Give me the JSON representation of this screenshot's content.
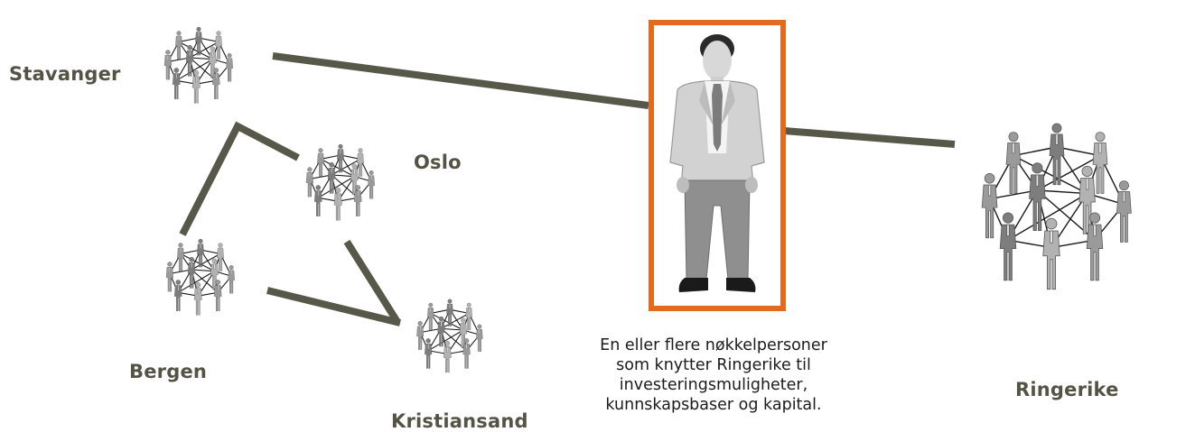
{
  "colors": {
    "connector": "#57574a",
    "label": "#545346",
    "frame": "#e36a1e",
    "network_line": "#1a1a1a",
    "figure": "#8a8a8a"
  },
  "clusters": [
    {
      "id": "stavanger",
      "label": "Stavanger"
    },
    {
      "id": "oslo",
      "label": "Oslo"
    },
    {
      "id": "bergen",
      "label": "Bergen"
    },
    {
      "id": "kristiansand",
      "label": "Kristiansand"
    },
    {
      "id": "ringerike",
      "label": "Ringerike"
    }
  ],
  "key_person": {
    "icon": "businessman-figure",
    "caption_lines": [
      "En eller flere nøkkelpersoner",
      "som knytter Ringerike til",
      "investeringsmuligheter,",
      "kunnskapsbaser og kapital."
    ]
  }
}
